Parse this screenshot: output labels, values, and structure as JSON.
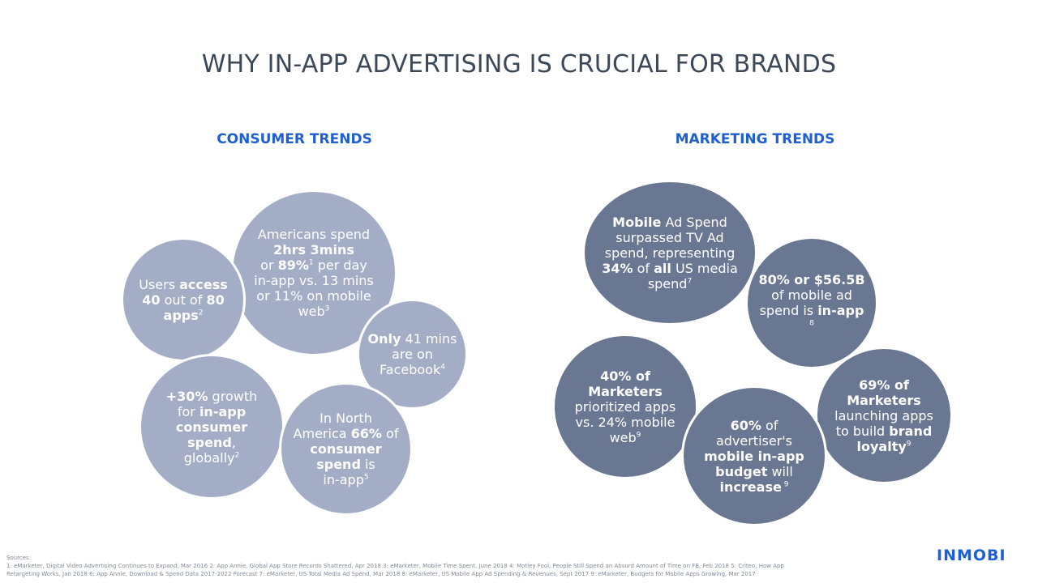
{
  "title": "WHY IN-APP ADVERTISING IS CRUCIAL FOR BRANDS",
  "consumer": {
    "heading": "CONSUMER TRENDS",
    "b1": {
      "a": "Americans spend",
      "b": "2hrs 3mins",
      "c": "or ",
      "d": "89%",
      "e": "1",
      "f": " per day",
      "g": "in-app vs. 13 mins",
      "h": "or 11% on mobile",
      "i": "web",
      "j": "3"
    },
    "b2": {
      "a": "Users ",
      "b": "access",
      "c": "40",
      "d": " out of ",
      "e": "80",
      "f": "apps",
      "g": "2"
    },
    "b3": {
      "a": "Only",
      "b": " 41 mins",
      "c": "are on",
      "d": "Facebook",
      "e": "4"
    },
    "b4": {
      "a": "+30%",
      "b": " growth",
      "c": "for ",
      "d": "in-app",
      "e": "consumer",
      "f": "spend",
      "g": ",",
      "h": "globally",
      "i": "2"
    },
    "b5": {
      "a": "In North",
      "b": "America ",
      "c": "66%",
      "d": " of",
      "e": "consumer",
      "f": "spend",
      "g": " is",
      "h": "in-app",
      "i": "5"
    }
  },
  "marketing": {
    "heading": "MARKETING TRENDS",
    "b1": {
      "a": "Mobile",
      "b": " Ad Spend",
      "c": "surpassed TV Ad",
      "d": "spend, representing",
      "e": "34%",
      "f": " of ",
      "g": "all",
      "h": " US media",
      "i": "spend",
      "j": "7"
    },
    "b2": {
      "a": "80% or $56.5B",
      "b": "of mobile ad",
      "c": "spend is ",
      "d": "in-app",
      "e": "8"
    },
    "b3": {
      "a": "40% of",
      "b": "Marketers",
      "c": "prioritized apps",
      "d": "vs. 24% mobile",
      "e": "web",
      "f": "9"
    },
    "b4": {
      "a": "69% of",
      "b": "Marketers",
      "c": "launching apps",
      "d": "to build ",
      "e": "brand",
      "f": "loyalty",
      "g": "9"
    },
    "b5": {
      "a": "60%",
      "b": " of",
      "c": "advertiser's",
      "d": "mobile in-app",
      "e": "budget",
      "f": " will",
      "g": "increase",
      "h": " 9"
    }
  },
  "sources": {
    "label": "Sources:",
    "line1": "1: eMarketer, Digital Video Advertising Continues to Expand, Mar 2016 2: App Annie, Global App Store Records Shattered, Apr 2018 3: eMarketer, Mobile Time Spent, June 2018 4: Motley Fool, People Still Spend an Absurd Amount of Time on FB, Feb 2018 5: Criteo, How App",
    "line2": "Retargeting Works, Jan 2018 6: App Annie, Download & Spend Data 2017-2022 Forecast 7: eMarketer, US Total Media Ad Spend, Mar 2018 8: eMarketer, US Mobile App Ad Spending & Revenues, Sept 2017 9: eMarketer, Budgets for Mobile Apps Growing, Mar 2017"
  },
  "logo": "INMOBI",
  "colors": {
    "title": "#3b4858",
    "heading": "#1f5fd1",
    "bubble_light": "#a3aec6",
    "bubble_dark": "#6a7793"
  }
}
